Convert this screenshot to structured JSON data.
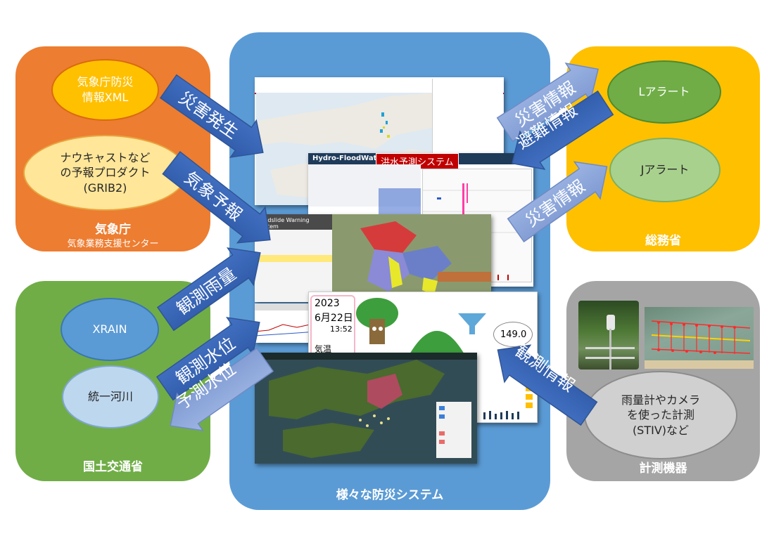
{
  "panels": {
    "jma": {
      "title": "気象庁",
      "subtitle": "気象業務支援センター",
      "color": "#ED7D31"
    },
    "mlit": {
      "title": "国土交通省",
      "color": "#70AD47"
    },
    "center": {
      "title": "様々な防災システム",
      "color": "#5B9BD5"
    },
    "mic": {
      "title": "総務省",
      "color": "#FFC000"
    },
    "devices": {
      "title": "計測機器",
      "color": "#A5A5A5"
    }
  },
  "nodes": {
    "jma_xml": "気象庁防災\n情報XML",
    "nowcast": "ナウキャストなど\nの予報プロダクト\n(GRIB2)",
    "xrain": "XRAIN",
    "river": "統一河川",
    "l_alert": "Lアラート",
    "j_alert": "Jアラート",
    "sensors": "雨量計やカメラ\nを使った計測\n(STIV)など"
  },
  "arrows": {
    "disaster": "災害発生",
    "forecast": "気象予報",
    "obs_rain": "観測雨量",
    "obs_water": "観測水位",
    "pred_water": "予測水位",
    "disaster_info_1": "災害情報",
    "evac_info": "避難情報",
    "disaster_info_2": "災害情報",
    "obs_info": "観測情報"
  },
  "screens": {
    "flood_watch_title": "Hydro-FloodWatch",
    "flood_forecast_badge": "洪水予測システム",
    "landslide_title": "Landslide Warning System",
    "dash_year": "2023",
    "dash_date": "6月22日",
    "dash_time": "13:52",
    "dash_temp_label": "気温",
    "dash_value": "149.0"
  }
}
